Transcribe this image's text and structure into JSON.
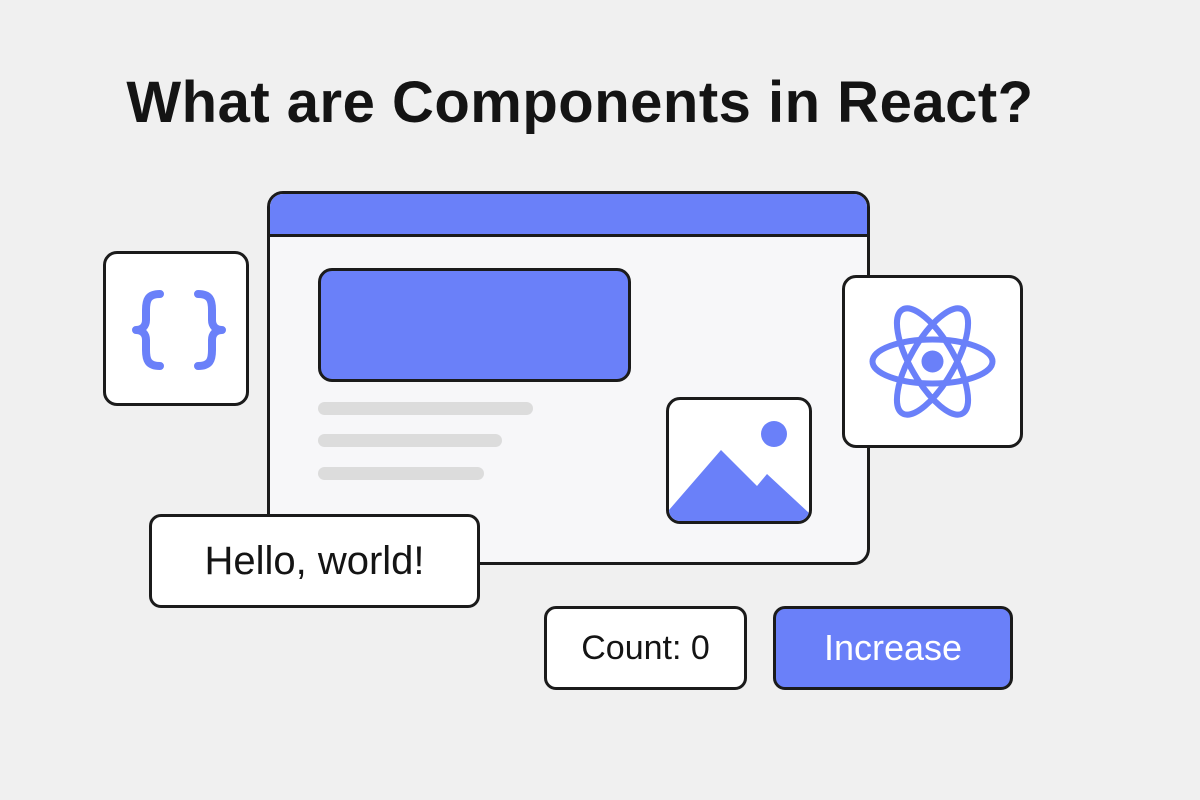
{
  "title": "What are Components in React?",
  "hello_text": "Hello, world!",
  "counter": {
    "label": "Count: 0",
    "button_label": "Increase"
  },
  "icons": {
    "braces": "curly-braces-icon",
    "react": "react-atom-icon",
    "image": "image-placeholder-icon"
  },
  "colors": {
    "accent": "#6a80f9",
    "background": "#f0f0f0",
    "outline": "#1b1b1b",
    "placeholder_line": "#dcdcdc"
  }
}
